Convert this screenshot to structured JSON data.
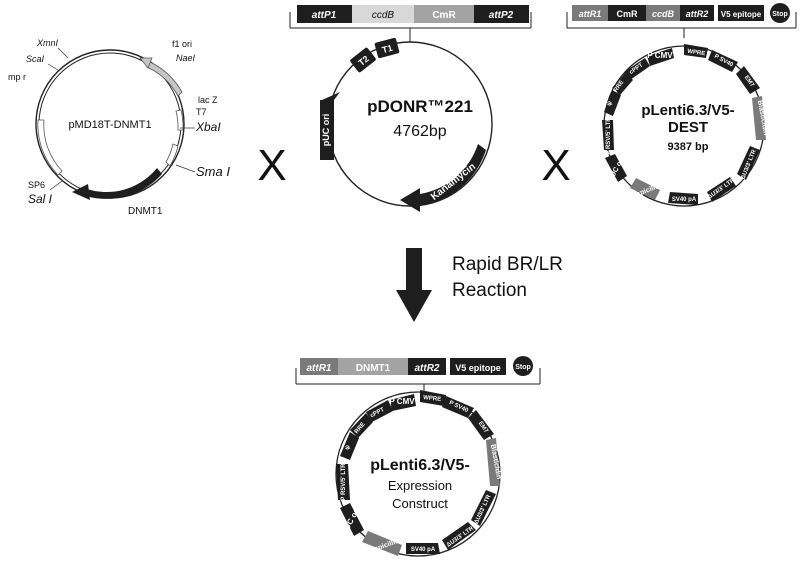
{
  "plasmid1": {
    "name": "pMD18T-DNMT1",
    "labels": {
      "xmni": "XmnI",
      "scai": "ScaI",
      "ampr": "mp r",
      "f1ori": "f1 ori",
      "naei": "NaeI",
      "lacz": "lac Z",
      "t7": "T7",
      "xbai": "XbaI",
      "smai": "Sma I",
      "sp6": "SP6",
      "sali": "Sal I",
      "dnmt1": "DNMT1"
    }
  },
  "operator1": "X",
  "operator2": "X",
  "donor": {
    "bar": [
      "attP1",
      "ccdB",
      "CmR",
      "attP2"
    ],
    "name": "pDONR™221",
    "size": "4762bp",
    "t1": "T1",
    "t2": "T2",
    "puc": "pUC ori",
    "kan": "Kanamycin"
  },
  "dest": {
    "bar": [
      "attR1",
      "CmR",
      "ccdB",
      "attR2"
    ],
    "v5": "V5 epitope",
    "stop": "Stop",
    "name1": "pLenti6.3/V5-",
    "name2": "DEST",
    "size": "9387 bp"
  },
  "lenti": {
    "wpre_top": "WPRE",
    "pcmv": "P CMV",
    "cppt": "cPPT",
    "rre": "RRE",
    "psi": "ψ",
    "rsv": "P RSV/5' LTR",
    "puc": "pUC ori",
    "amp": "Ampicillin",
    "sv40": "SV40 pA",
    "ltr3": "ΔU3/3' LTR",
    "bsd": "Blasticidin",
    "em7": "EM7",
    "psv40": "P SV40",
    "wpre": "WPRE"
  },
  "reaction": {
    "line1": "Rapid BR/LR",
    "line2": "Reaction"
  },
  "expression": {
    "bar": [
      "attR1",
      "DNMT1",
      "attR2"
    ],
    "v5": "V5 epitope",
    "stop": "Stop",
    "name1": "pLenti6.3/V5-",
    "name2": "Expression",
    "name3": "Construct"
  },
  "colors": {
    "dark": "#1e1e1e",
    "grey": "#7a7a7a",
    "light": "#c6c6c6",
    "barLight": "#d8d8d8",
    "barMid": "#a3a3a3"
  }
}
